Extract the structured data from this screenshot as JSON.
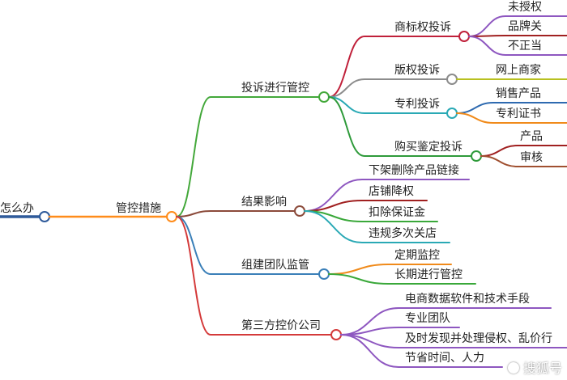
{
  "root": {
    "label": "怎么办"
  },
  "level1": {
    "label": "管控措施"
  },
  "branches": [
    {
      "label": "投诉进行管控",
      "children": [
        {
          "label": "商标权投诉",
          "leaves": [
            "未授权",
            "品牌关",
            "不正当"
          ]
        },
        {
          "label": "版权投诉",
          "leaves": [
            "网上商家"
          ]
        },
        {
          "label": "专利投诉",
          "leaves": [
            "销售产品",
            "专利证书"
          ]
        },
        {
          "label": "购买鉴定投诉",
          "leaves": [
            "产品",
            "审核"
          ]
        }
      ]
    },
    {
      "label": "结果影响",
      "leaves": [
        "下架删除产品链接",
        "店铺降权",
        "扣除保证金",
        "违规多次关店"
      ]
    },
    {
      "label": "组建团队监管",
      "leaves": [
        "定期监控",
        "长期进行管控"
      ]
    },
    {
      "label": "第三方控价公司",
      "leaves": [
        "电商数据软件和技术手段",
        "专业团队",
        "及时发现并处理侵权、乱价行",
        "节省时间、人力"
      ]
    }
  ],
  "watermark": "搜狐号",
  "colors": {
    "root_line": "#2e5a9a",
    "level1_line": "#ff8c1a",
    "branch_1": "#43a83a",
    "branch_2": "#8b4a3a",
    "branch_3": "#3a7fb8",
    "branch_4": "#d43a3a",
    "sub_1": "#c0203a",
    "sub_2": "#8c8c8c",
    "sub_3": "#2aa9b5",
    "sub_4": "#2e9a3a",
    "leaf_purple": "#8e57c0",
    "leaf_darkred": "#a02020",
    "leaf_orange": "#f08a1a",
    "leaf_green": "#3aa83a",
    "leaf_teal": "#2aa9b5",
    "leaf_olive": "#b8c020",
    "leaf_blue": "#2e6ab0",
    "leaf_brown": "#a05030"
  }
}
